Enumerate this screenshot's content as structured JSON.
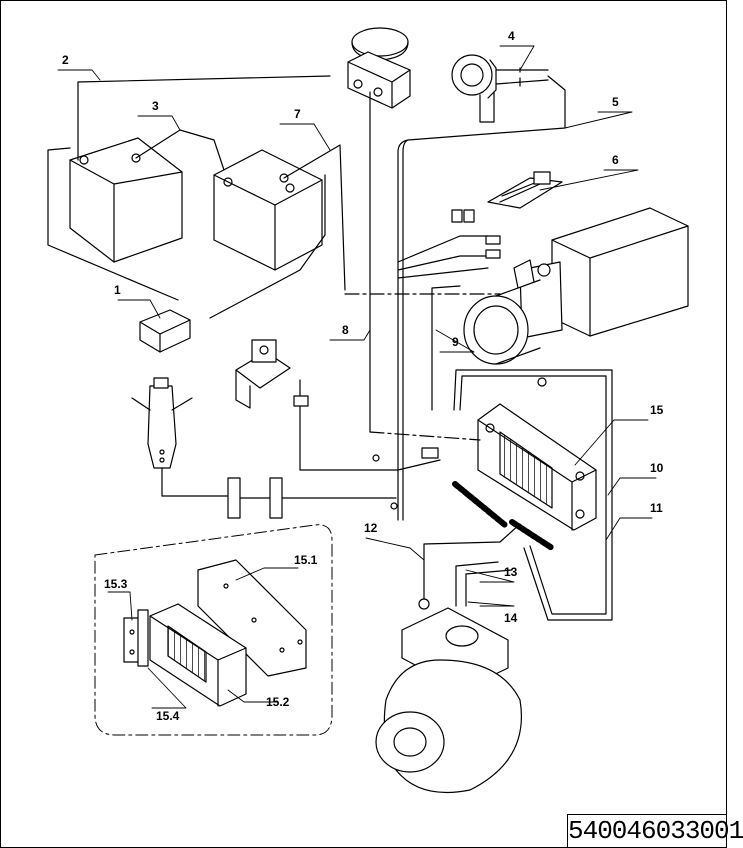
{
  "diagram": {
    "drawing_number": "540046033001",
    "callouts": {
      "c1": "1",
      "c2": "2",
      "c3": "3",
      "c4": "4",
      "c5": "5",
      "c6": "6",
      "c7": "7",
      "c8": "8",
      "c9": "9",
      "c10": "10",
      "c11": "11",
      "c12": "12",
      "c13": "13",
      "c14": "14",
      "c15": "15",
      "c15_1": "15.1",
      "c15_2": "15.2",
      "c15_3": "15.3",
      "c15_4": "15.4"
    }
  }
}
